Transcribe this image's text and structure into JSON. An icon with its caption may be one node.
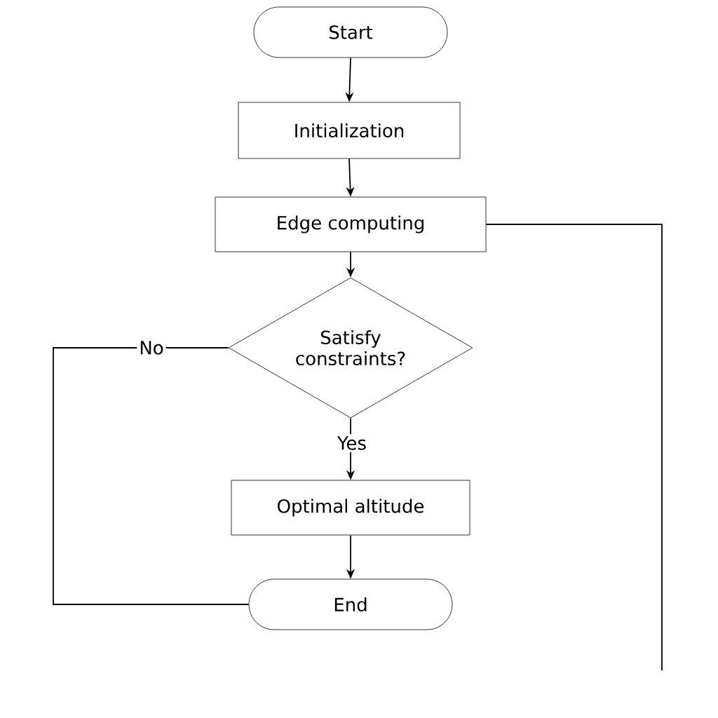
{
  "diagram": {
    "nodes": [
      {
        "text": [
          "Start"
        ]
      },
      {
        "text": [
          "Initialization"
        ]
      },
      {
        "text": [
          "Edge computing"
        ]
      },
      {
        "text": [
          "Satisfy constraints?"
        ]
      },
      {
        "text": [
          "Optimal altitude"
        ]
      },
      {
        "text": [
          "End"
        ]
      }
    ],
    "edges": [
      {
        "from": 0,
        "to": 1,
        "arrow": "to"
      },
      {
        "from": 1,
        "to": 2,
        "arrow": "to"
      },
      {
        "from": 2,
        "to": 3,
        "arrow": "to"
      },
      {
        "from": 3,
        "to": 4,
        "arrow": "to",
        "label": "Yes"
      },
      {
        "from": 4,
        "to": 5,
        "arrow": "to"
      },
      {
        "from": 3,
        "to": 5,
        "arrow": "none",
        "label": "No"
      },
      {
        "from": 2,
        "to": null,
        "arrow": "none"
      }
    ]
  }
}
